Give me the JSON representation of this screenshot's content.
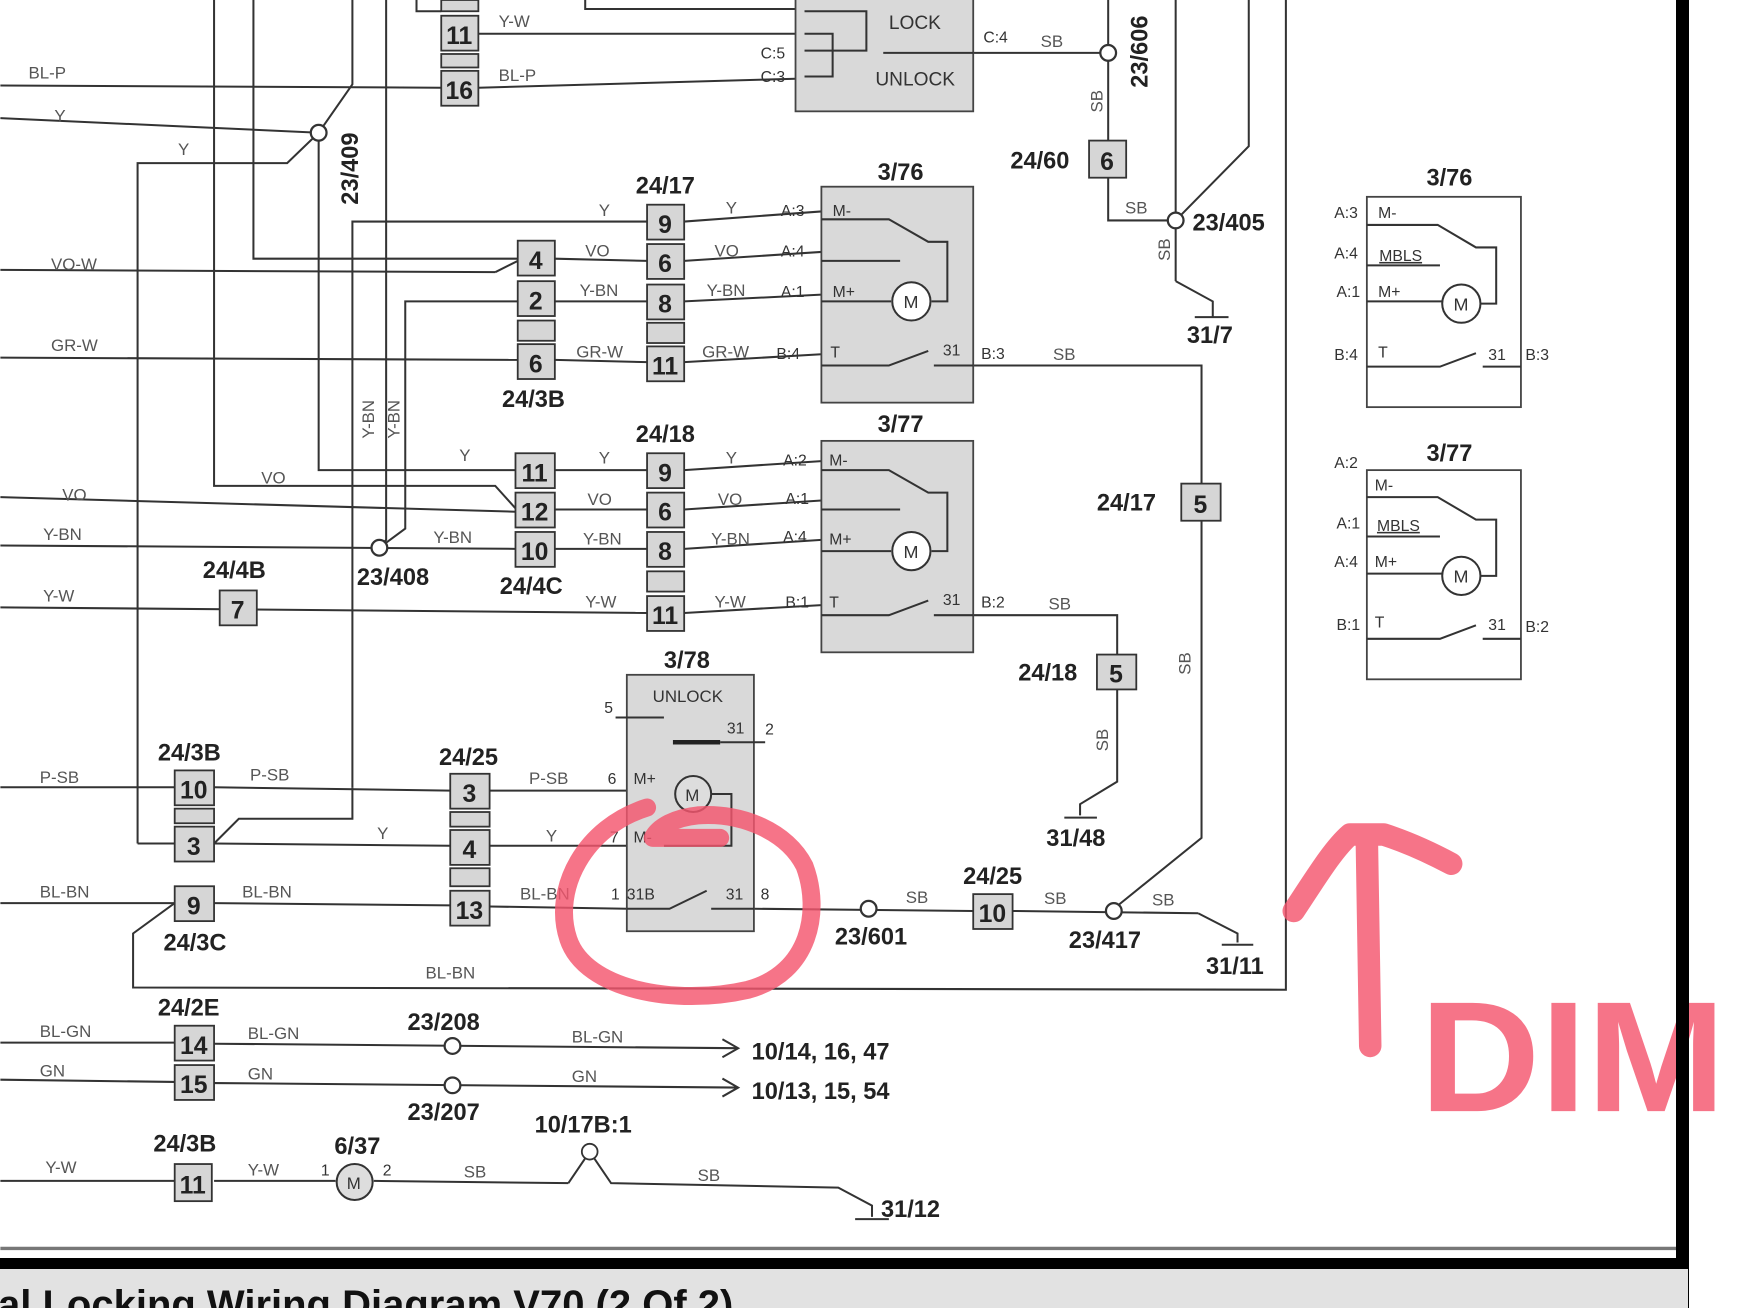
{
  "title": "al Locking Wiring Diagram V70 (2 Of 2)",
  "annotation": {
    "text": "DIM",
    "color": "#f4566e"
  },
  "wires": {
    "yw": "Y-W",
    "blp": "BL-P",
    "y": "Y",
    "vow": "VO-W",
    "vo": "VO",
    "ybn": "Y-BN",
    "grw": "GR-W",
    "sb": "SB",
    "psb": "P-SB",
    "blbn": "BL-BN",
    "blgn": "BL-GN",
    "gn": "GN"
  },
  "connectors": {
    "c2417": "24/17",
    "c2418": "24/18",
    "c243b": "24/3B",
    "c244c": "24/4C",
    "c244b": "24/4B",
    "c2425": "24/25",
    "c243c": "24/3C",
    "c242e": "24/2E",
    "c2460": "24/60"
  },
  "junctions": {
    "j23606": "23/606",
    "j23409": "23/409",
    "j23405": "23/405",
    "j23408": "23/408",
    "j23601": "23/601",
    "j23417": "23/417",
    "j23208": "23/208",
    "j23207": "23/207"
  },
  "grounds": {
    "g317": "31/7",
    "g3148": "31/48",
    "g3111": "31/11",
    "g3112": "31/12"
  },
  "components": {
    "c376": "3/76",
    "c377": "3/77",
    "c378": "3/78",
    "c637": "6/37",
    "c1017b": "10/17B:1",
    "lock": "LOCK",
    "unlock": "UNLOCK"
  },
  "refs": {
    "r1": "10/14, 16, 47",
    "r2": "10/13, 15, 54"
  },
  "pins": {
    "p11": "11",
    "p16": "16",
    "p9": "9",
    "p6": "6",
    "p8": "8",
    "p4": "4",
    "p2": "2",
    "p12": "12",
    "p10": "10",
    "p7": "7",
    "p5": "5",
    "p3": "3",
    "p13": "13",
    "p14": "14",
    "p15": "15",
    "p1": "1"
  },
  "terminals": {
    "a1": "A:1",
    "a2": "A:2",
    "a3": "A:3",
    "a4": "A:4",
    "b1": "B:1",
    "b2": "B:2",
    "b3": "B:3",
    "b4": "B:4",
    "c3": "C:3",
    "c4": "C:4",
    "c5": "C:5",
    "mminus": "M-",
    "mplus": "M+",
    "t": "T",
    "t31": "31",
    "t31b": "31B",
    "mbls": "MBLS",
    "motor": "M"
  }
}
